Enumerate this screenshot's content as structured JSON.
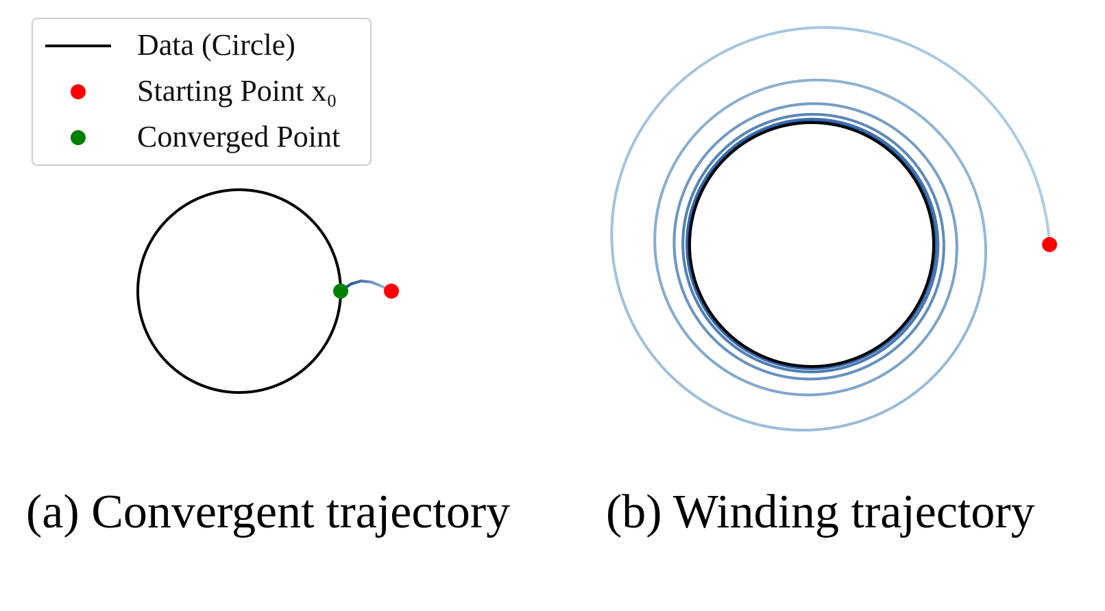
{
  "legend": {
    "items": [
      {
        "label": "Data (Circle)",
        "kind": "line",
        "color": "#000000"
      },
      {
        "label": "Starting Point x₀",
        "kind": "dot",
        "color": "#ff0000"
      },
      {
        "label": "Converged Point",
        "kind": "dot",
        "color": "#008000"
      }
    ]
  },
  "chart_data": [
    {
      "type": "line",
      "caption": "(a) Convergent trajectory",
      "data_circle": {
        "center": [
          0,
          0
        ],
        "radius": 1.0,
        "color": "#000000"
      },
      "trajectory": {
        "x": [
          1.5,
          1.4,
          1.3,
          1.2,
          1.1,
          1.0
        ],
        "y": [
          0.0,
          0.05,
          0.09,
          0.1,
          0.07,
          0.0
        ],
        "colormap": "Blues"
      },
      "start_point": {
        "x": 1.5,
        "y": 0.0,
        "color": "#ff0000"
      },
      "converged_point": {
        "x": 1.0,
        "y": 0.0,
        "color": "#008000"
      }
    },
    {
      "type": "line",
      "caption": "(b) Winding trajectory",
      "data_circle": {
        "center": [
          0,
          0
        ],
        "radius": 1.0,
        "color": "#000000"
      },
      "trajectory": {
        "start_radius": 1.95,
        "end_radius": 1.0,
        "turns": 6.5,
        "colormap": "Blues"
      },
      "start_point": {
        "x": 1.95,
        "y": 0.0,
        "color": "#ff0000"
      }
    }
  ]
}
